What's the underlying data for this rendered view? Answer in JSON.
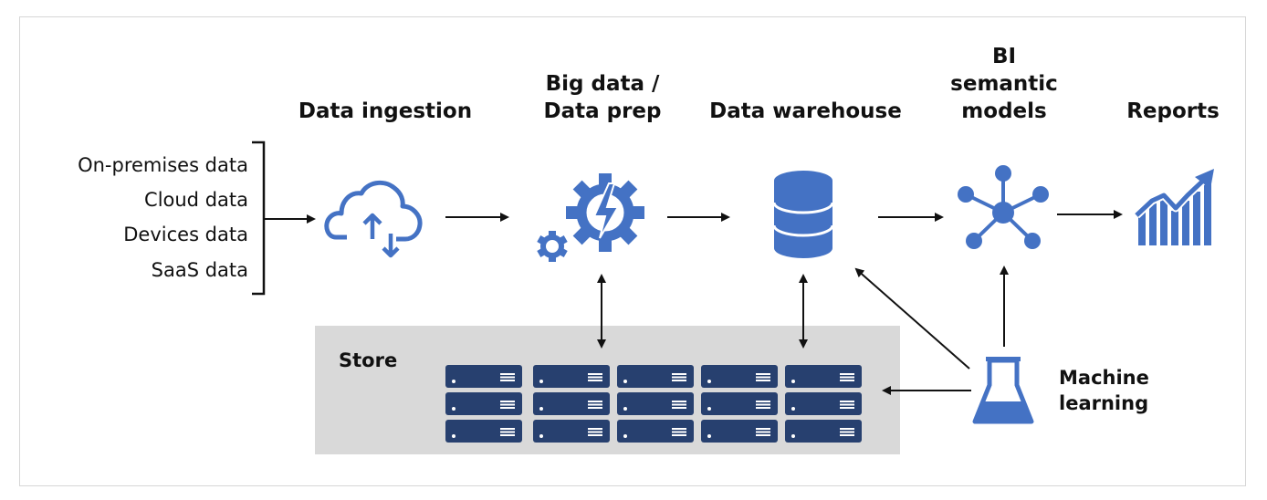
{
  "stages": {
    "ingestion": "Data ingestion",
    "bigdata": "Big data /\nData prep",
    "warehouse": "Data warehouse",
    "bi": "BI\nsemantic\nmodels",
    "reports": "Reports"
  },
  "sources": [
    "On-premises data",
    "Cloud data",
    "Devices data",
    "SaaS data"
  ],
  "store": {
    "label": "Store"
  },
  "ml": {
    "label": "Machine\nlearning"
  },
  "icons": {
    "ingestion": "cloud-sync-icon",
    "bigdata": "gears-lightning-icon",
    "warehouse": "database-icon",
    "bi": "network-hub-icon",
    "reports": "bar-chart-trend-icon",
    "ml": "flask-icon",
    "store": "server-rack-icon"
  },
  "colors": {
    "accent": "#4472c4",
    "server": "#27406f",
    "store_bg": "#d9d9d9"
  }
}
